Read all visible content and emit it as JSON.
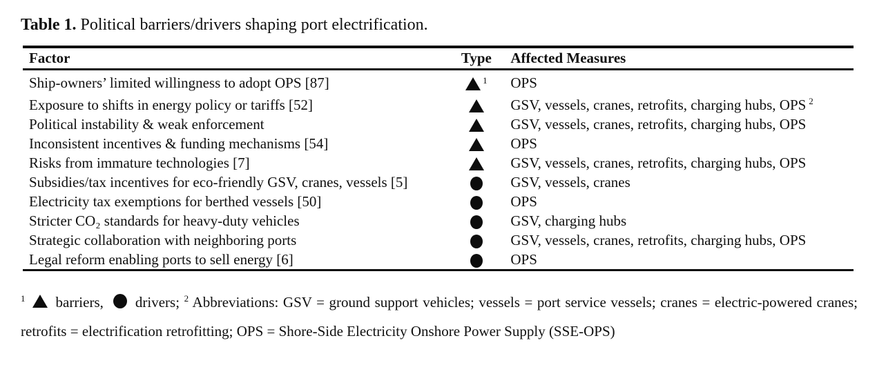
{
  "page": {
    "background_color": "#ffffff",
    "ink_color": "#0d0d0d"
  },
  "title": {
    "label": "Table 1.",
    "text": " Political barriers/drivers shaping port electrification."
  },
  "legend_icons": {
    "barrier": "filled-triangle-up",
    "driver": "filled-circle"
  },
  "table": {
    "columns": [
      "Factor",
      "Type",
      "Affected Measures"
    ],
    "rows": [
      {
        "factor": "Ship-owners’ limited willingness to adopt OPS [87]",
        "type": "barrier",
        "type_marker": "1",
        "measures": "OPS"
      },
      {
        "factor": "Exposure to shifts in energy policy or tariffs [52]",
        "type": "barrier",
        "measures": "GSV, vessels, cranes, retrofits, charging hubs, OPS",
        "measures_marker": "2"
      },
      {
        "factor": "Political instability & weak enforcement",
        "type": "barrier",
        "measures": "GSV, vessels, cranes, retrofits, charging hubs, OPS"
      },
      {
        "factor": "Inconsistent incentives & funding mechanisms [54]",
        "type": "barrier",
        "measures": "OPS"
      },
      {
        "factor": "Risks from immature technologies [7]",
        "type": "barrier",
        "measures": "GSV, vessels, cranes, retrofits, charging hubs, OPS"
      },
      {
        "factor": "Subsidies/tax incentives for eco-friendly GSV, cranes, vessels [5]",
        "type": "driver",
        "measures": "GSV, vessels, cranes"
      },
      {
        "factor": "Electricity tax exemptions for berthed vessels [50]",
        "type": "driver",
        "measures": "OPS"
      },
      {
        "factor": "Stricter CO₂ standards for heavy-duty vehicles",
        "type": "driver",
        "measures": "GSV, charging hubs"
      },
      {
        "factor": "Strategic collaboration with neighboring ports",
        "type": "driver",
        "measures": "GSV, vessels, cranes, retrofits, charging hubs, OPS"
      },
      {
        "factor": "Legal reform enabling ports to sell energy [6]",
        "type": "driver",
        "measures": "OPS"
      }
    ]
  },
  "footnote": {
    "marker1": "1",
    "barriers_label": "barriers,",
    "drivers_label": "drivers;",
    "marker2": "2",
    "abbreviations_text": "Abbreviations: GSV = ground support vehicles; vessels = port service vessels; cranes = electric-powered cranes; retrofits = electrification retrofitting; OPS = Shore-Side Electricity Onshore Power Supply (SSE-OPS)"
  }
}
